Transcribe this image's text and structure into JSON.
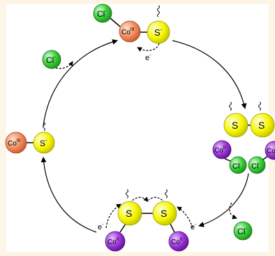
{
  "labels": {
    "cl_minus": "Cl",
    "minus": "-",
    "co_iii": "Co",
    "iii": "III",
    "co_ii": "Co",
    "ii": "II",
    "s": "S",
    "s_minus": "S",
    "electron": "e",
    "partial_co": "Co"
  },
  "colors": {
    "cl_green": "#33cc33",
    "co3_orange": "#f08a5d",
    "s_yellow": "#f5f500",
    "co2_purple": "#9b30d9",
    "arrow": "#000000",
    "background": "#fdf6e6",
    "panel": "#ffffff"
  }
}
